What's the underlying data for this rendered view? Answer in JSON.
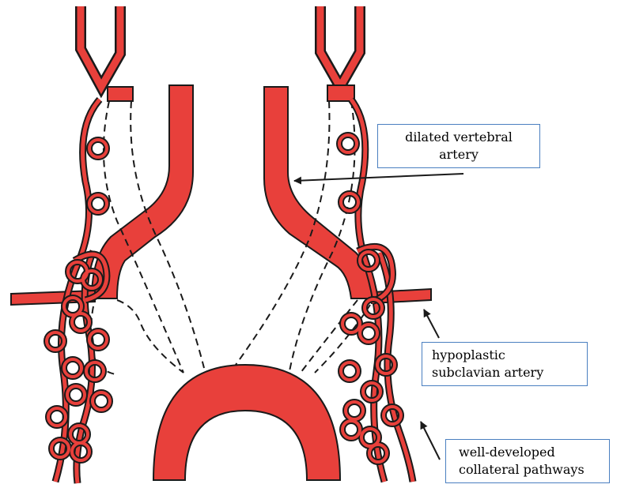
{
  "colors": {
    "vessel_fill": "#e8403b",
    "vessel_outline": "#1a1a1a",
    "dashed_line": "#1a1a1a",
    "label_border": "#4a7fc0",
    "arrow": "#1a1a1a"
  },
  "labels": {
    "vertebral": {
      "line1": "dilated vertebral",
      "line2": "artery"
    },
    "subclavian": {
      "line1": "hypoplastic",
      "line2": "subclavian artery"
    },
    "collateral": {
      "line1": "well-developed",
      "line2": "collateral pathways"
    }
  }
}
